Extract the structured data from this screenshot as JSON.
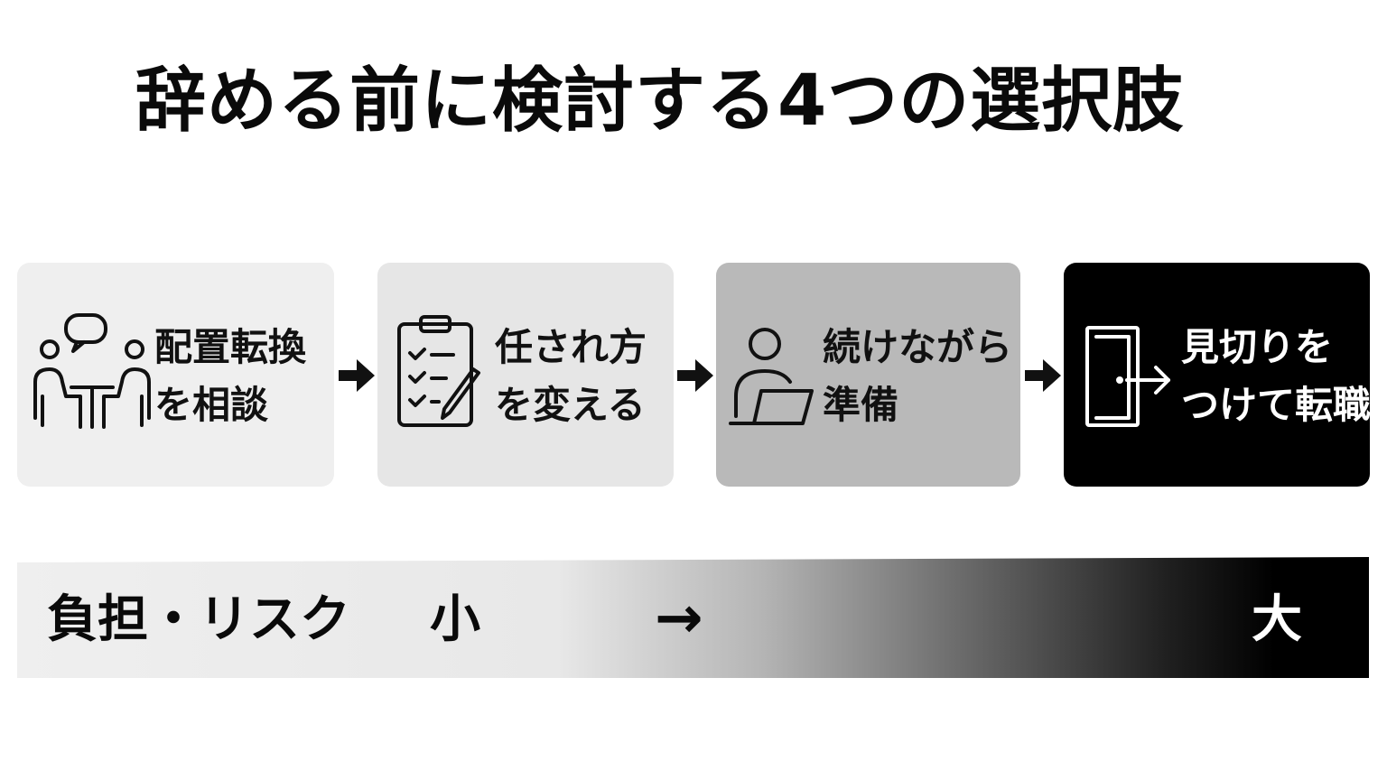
{
  "title": "辞める前に検討する4つの選択肢",
  "steps": [
    {
      "line1": "配置転換",
      "line2": "を相談",
      "icon": "meeting-icon",
      "bg": "#efefef",
      "fg": "#111111"
    },
    {
      "line1": "任され方",
      "line2": "を変える",
      "icon": "clipboard-checklist-icon",
      "bg": "#e6e6e6",
      "fg": "#111111"
    },
    {
      "line1": "続けながら",
      "line2": "準備",
      "icon": "person-laptop-icon",
      "bg": "#b9b9b9",
      "fg": "#111111"
    },
    {
      "line1": "見切りを",
      "line2": "つけて転職",
      "icon": "exit-door-icon",
      "bg": "#000000",
      "fg": "#ffffff"
    }
  ],
  "scale": {
    "label": "負担・リスク",
    "low": "小",
    "arrow": "→",
    "high": "大"
  }
}
